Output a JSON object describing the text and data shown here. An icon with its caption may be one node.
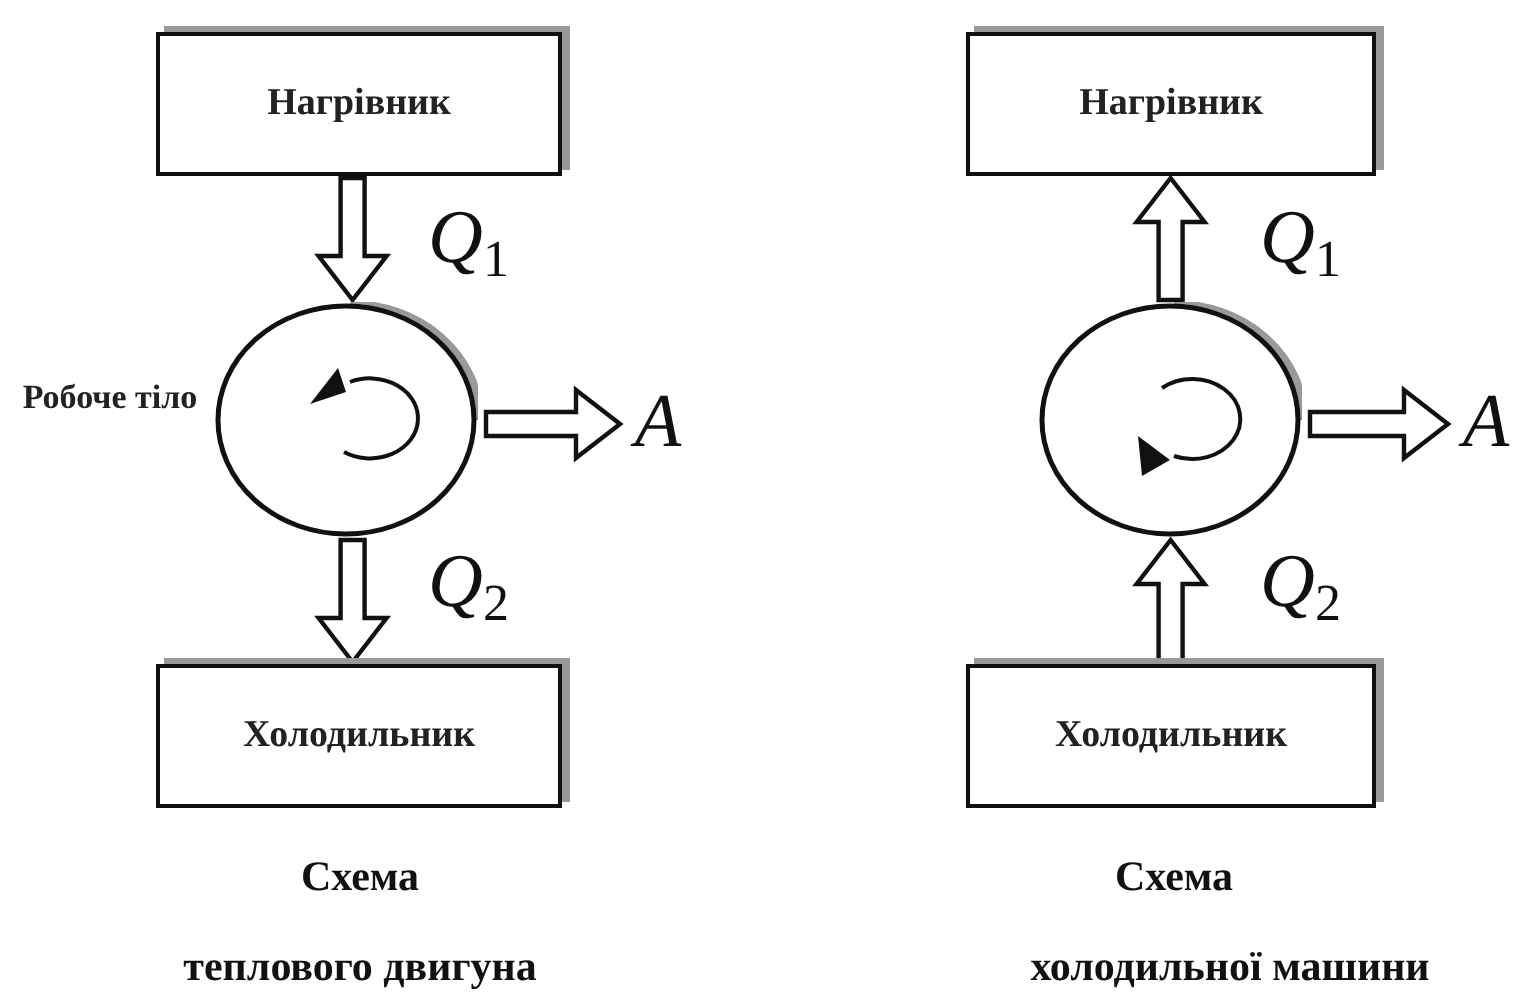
{
  "diagram": {
    "nodes": [
      {
        "text": [
          "Нагрівник"
        ]
      },
      {
        "text": [],
        "shape": "circle",
        "beside": [
          "Робоче тіло"
        ]
      },
      {
        "text": [
          "A"
        ]
      },
      {
        "text": [
          "Холодильник"
        ]
      },
      {
        "text": [
          "Нагрівник"
        ]
      },
      {
        "text": [],
        "shape": "circle"
      },
      {
        "text": [
          "A"
        ]
      },
      {
        "text": [
          "Холодильник"
        ]
      }
    ],
    "edges": [
      {
        "from": 0,
        "to": 1,
        "arrow": "to",
        "label": "*Q*$_{1}$"
      },
      {
        "from": 1,
        "to": 2,
        "arrow": "to"
      },
      {
        "from": 1,
        "to": 3,
        "arrow": "to",
        "label": "*Q*$_{2}$"
      },
      {
        "from": 5,
        "to": 4,
        "arrow": "to",
        "label": "*Q*$_{1}$"
      },
      {
        "from": 5,
        "to": 6,
        "arrow": "to"
      },
      {
        "from": 7,
        "to": 5,
        "arrow": "to",
        "label": "*Q*$_{2}$"
      }
    ],
    "labels": [
      "Схема",
      "Схема",
      "теплового двигуна",
      "холодильної машини"
    ]
  }
}
